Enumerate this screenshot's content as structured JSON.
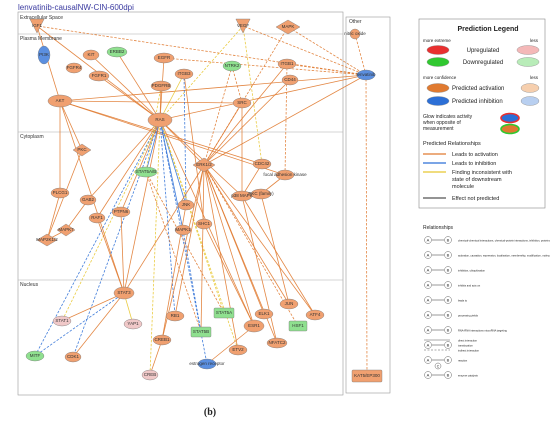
{
  "title": "lenvatinib-causalNW-CIN-600dpi",
  "caption": "(b)",
  "compartments": [
    "Extracellular Space",
    "Plasma Membrane",
    "Cytoplasm",
    "Nucleus",
    "Other"
  ],
  "colors": {
    "activation": "#e07a30",
    "inhibition": "#2c6fd6",
    "inconsistent": "#e8c630",
    "not_predicted": "#555555",
    "up": "#e83030",
    "down": "#30c830",
    "pred_act": "#e07a30",
    "pred_inh": "#2c6fd6",
    "node_orange": "#f0a070",
    "node_blue": "#5b8fe0",
    "node_green": "#8fe08f",
    "node_pink": "#f0c8c8"
  },
  "nodes": [
    {
      "id": "IGF1",
      "label": "IGF1"
    },
    {
      "id": "VEGF",
      "label": "VEGF"
    },
    {
      "id": "MAPK",
      "label": "MAPK"
    },
    {
      "id": "NO",
      "label": "nitric oxide"
    },
    {
      "id": "ERBB2",
      "label": "ERBB2"
    },
    {
      "id": "EGFR",
      "label": "EGFR"
    },
    {
      "id": "KIT",
      "label": "KIT"
    },
    {
      "id": "PDGFR",
      "label": "PDGFRB"
    },
    {
      "id": "ITGB3",
      "label": "ITGB3"
    },
    {
      "id": "ITGB1",
      "label": "ITGB1"
    },
    {
      "id": "CDH",
      "label": "CD44"
    },
    {
      "id": "FGFR",
      "label": "FGFR1"
    },
    {
      "id": "FGFR4",
      "label": "FGFR4"
    },
    {
      "id": "NTRK",
      "label": "NTRK2"
    },
    {
      "id": "LEN",
      "label": "lenvatinib"
    },
    {
      "id": "AKT",
      "label": "AKT"
    },
    {
      "id": "PI3K",
      "label": "PI3K"
    },
    {
      "id": "STAT5",
      "label": "STAT5A/B"
    },
    {
      "id": "PKC",
      "label": "PKC"
    },
    {
      "id": "RAS",
      "label": "RAS"
    },
    {
      "id": "SRC",
      "label": "SRC"
    },
    {
      "id": "CDC42",
      "label": "CDC42"
    },
    {
      "id": "FAK",
      "label": "focal adhesion kinase"
    },
    {
      "id": "ERK",
      "label": "ERK1/2"
    },
    {
      "id": "JNK",
      "label": "JNK"
    },
    {
      "id": "P38",
      "label": "p38 MAPK"
    },
    {
      "id": "PKCF",
      "label": "PKC (family)"
    },
    {
      "id": "RAF1",
      "label": "RAF1"
    },
    {
      "id": "MAP2K",
      "label": "MAP2K1/2"
    },
    {
      "id": "MAPK7",
      "label": "MAPK7"
    },
    {
      "id": "GAB2",
      "label": "GAB2"
    },
    {
      "id": "PLCG",
      "label": "PLCG1"
    },
    {
      "id": "PTPN6",
      "label": "PTPN6"
    },
    {
      "id": "SHC1",
      "label": "SHC1"
    },
    {
      "id": "MAPK1",
      "label": "MAPK1"
    },
    {
      "id": "STAT3",
      "label": "STAT3"
    },
    {
      "id": "STAT1",
      "label": "STAT1"
    },
    {
      "id": "STAT5A",
      "label": "STAT5A"
    },
    {
      "id": "STAT5B",
      "label": "STAT5B"
    },
    {
      "id": "RB1",
      "label": "RB1"
    },
    {
      "id": "CREB1",
      "label": "CREB1"
    },
    {
      "id": "ESR1",
      "label": "ESR1"
    },
    {
      "id": "ELK1",
      "label": "ELK1"
    },
    {
      "id": "JUN",
      "label": "JUN"
    },
    {
      "id": "ATF4",
      "label": "ATF4"
    },
    {
      "id": "HSF1",
      "label": "HSF1"
    },
    {
      "id": "ETV2",
      "label": "ETV2"
    },
    {
      "id": "NFATC2",
      "label": "NFATC2"
    },
    {
      "id": "YAP1",
      "label": "YAP1"
    },
    {
      "id": "CDK1",
      "label": "CDK1"
    },
    {
      "id": "MITF",
      "label": "MITF"
    },
    {
      "id": "CREB",
      "label": "CREB"
    },
    {
      "id": "ESTR",
      "label": "estrogen receptor"
    },
    {
      "id": "KDM",
      "label": "KAT5/EP300"
    }
  ],
  "legend": {
    "title": "Prediction Legend",
    "more_extreme": "more extreme",
    "less1": "less",
    "upregulated": "Upregulated",
    "downregulated": "Downregulated",
    "more_confidence": "more confidence",
    "less2": "less",
    "pred_activation": "Predicted activation",
    "pred_inhibition": "Predicted inhibition",
    "glow_line1": "Glow indicates activity",
    "glow_line2": "when opposite of",
    "glow_line3": "measurement",
    "relationships_title": "Predicted Relationships",
    "rel_activation": "Leads to activation",
    "rel_inhibition": "Leads to inhibition",
    "rel_inconsistent1": "Finding inconsistent with",
    "rel_inconsistent2": "state of downstream",
    "rel_inconsistent3": "molecule",
    "rel_not_predicted": "Effect not predicted"
  },
  "relationships_legend": {
    "title": "Relationships",
    "rows": [
      {
        "a": "A",
        "b": "B",
        "text": "chemical-chemical interactions, chemical-protein interactions, inhibition, protein-protein interactions, RNA-RNA interactions, non-targeting interactions"
      },
      {
        "a": "A",
        "b": "B",
        "text": "activation, causation, expression, localization, membership, modification, molecular cleavage, phosphorylation, protein-DNA interactions, protein-RNA interactions, regulation of binding, transcription"
      },
      {
        "a": "A",
        "b": "B",
        "text": "inhibition, ubiquitination"
      },
      {
        "a": "A",
        "b": "B",
        "text": "inhibits and acts on"
      },
      {
        "a": "A",
        "b": "B",
        "text": "leads to"
      },
      {
        "a": "A",
        "b": "B",
        "text": "processing yields"
      },
      {
        "a": "A",
        "b": "B",
        "text": "RNA-RNA interactions microRNA targeting"
      },
      {
        "a": "A",
        "b": "B",
        "text": "translocation"
      },
      {
        "a": "A",
        "b": "B",
        "text": "reaction"
      },
      {
        "a": "A",
        "b": "B",
        "c": "C",
        "text": "enzyme catalysis"
      },
      {
        "text": "direct interaction"
      },
      {
        "text": "indirect interaction"
      }
    ]
  }
}
